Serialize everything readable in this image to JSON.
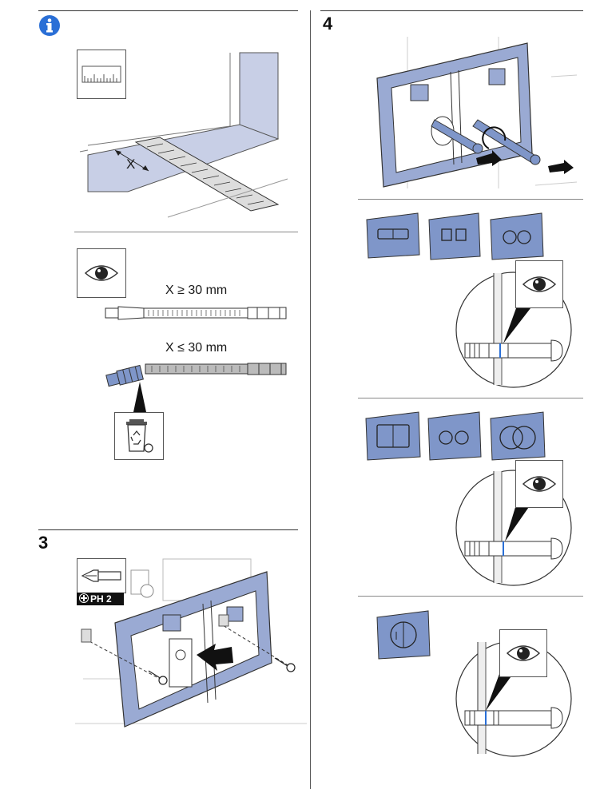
{
  "steps": {
    "info": {
      "icon": "info-icon"
    },
    "step3": {
      "number": "3",
      "tool_label": "PH 2"
    },
    "step4": {
      "number": "4"
    }
  },
  "measurements": {
    "variable": "X",
    "rule_ge": "X ≥ 30 mm",
    "rule_le": "X ≤ 30 mm"
  },
  "colors": {
    "blue": "#2a6fd6",
    "plate": "#7f96c9",
    "wall": "#c8cfe6",
    "frame": "#9aaad3"
  }
}
